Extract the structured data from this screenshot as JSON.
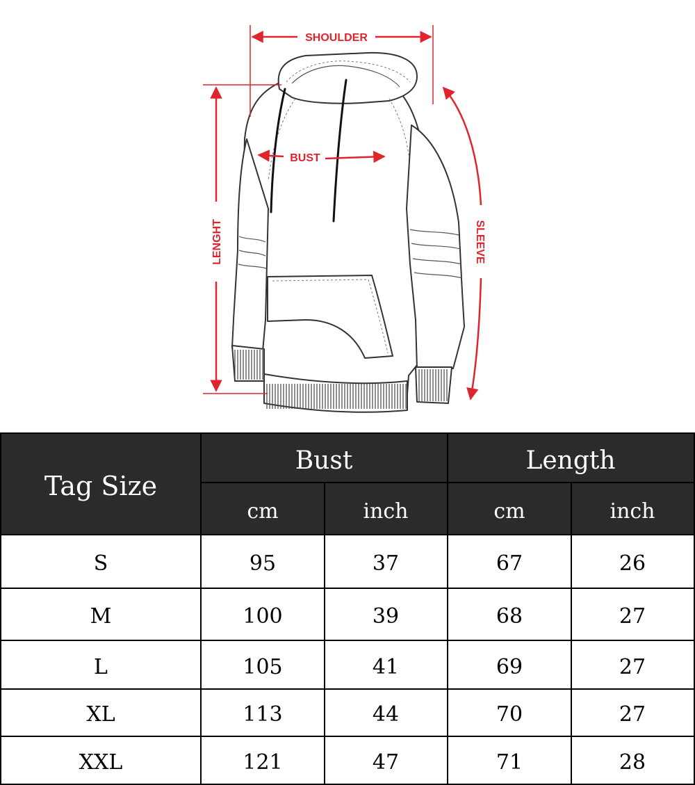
{
  "diagram": {
    "labels": {
      "shoulder": "SHOULDER",
      "bust": "BUST",
      "length": "LENGHT",
      "sleeve": "SLEEVE"
    },
    "accent_color": "#e0242e"
  },
  "table": {
    "header": {
      "tag_size": "Tag Size",
      "bust": "Bust",
      "length": "Length",
      "bust_cm": "cm",
      "bust_inch": "inch",
      "length_cm": "cm",
      "length_inch": "inch"
    },
    "rows": [
      {
        "size": "S",
        "bust_cm": "95",
        "bust_inch": "37",
        "length_cm": "67",
        "length_inch": "26"
      },
      {
        "size": "M",
        "bust_cm": "100",
        "bust_inch": "39",
        "length_cm": "68",
        "length_inch": "27"
      },
      {
        "size": "L",
        "bust_cm": "105",
        "bust_inch": "41",
        "length_cm": "69",
        "length_inch": "27"
      },
      {
        "size": "XL",
        "bust_cm": "113",
        "bust_inch": "44",
        "length_cm": "70",
        "length_inch": "27"
      },
      {
        "size": "XXL",
        "bust_cm": "121",
        "bust_inch": "47",
        "length_cm": "71",
        "length_inch": "28"
      }
    ],
    "header_bg": "#2b2b2b"
  }
}
